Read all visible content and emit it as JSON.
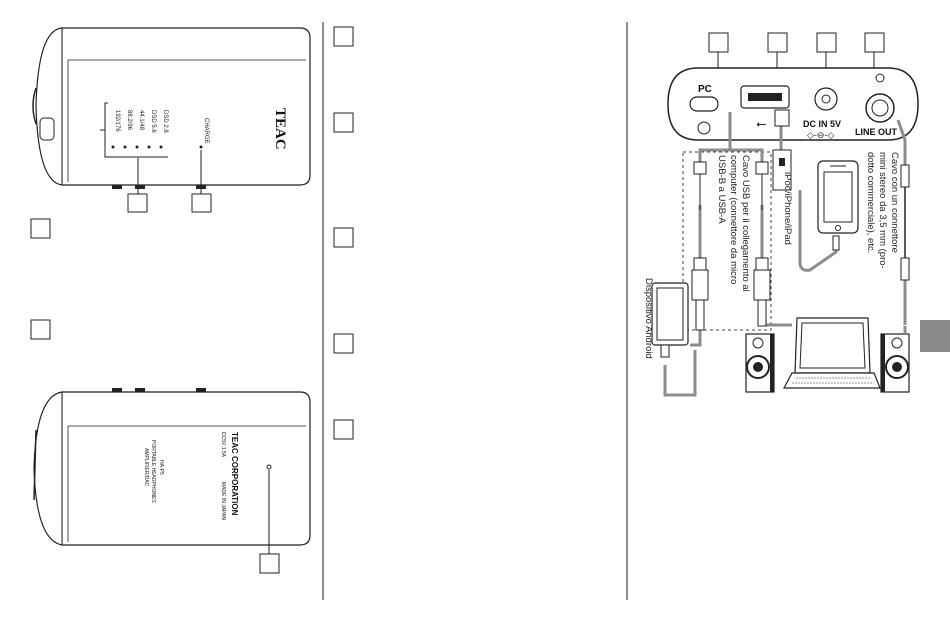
{
  "device_top": {
    "brand": "TEAC",
    "indicators": [
      "192/176",
      "88.2/96",
      "44.1/48",
      "DSD 5.6",
      "DSD 2.8"
    ],
    "charge_label": "CHARGE"
  },
  "device_bottom": {
    "model": "HA-P5",
    "description_line1": "PORTABLE HEADPHONES",
    "description_line2": "AMPLIFIER/DAC",
    "maker": "TEAC CORPORATION",
    "rating": "DC5V 1.5A",
    "origin": "MADE IN JAPAN"
  },
  "connectors": {
    "pc": "PC",
    "dc_in": "DC IN 5V",
    "line_out": "LINE OUT"
  },
  "callouts": {
    "usb_cable": [
      "Cavo USB per il collegamento al",
      "computer (connettore da micro",
      "USB-B a USB-A"
    ],
    "ipod": "iPod/iPhone/iPad",
    "mini_stereo": [
      "Cavo con un connettore",
      "mini stereo da 3,5 mm (pro-",
      "dotto commerciale), etc."
    ],
    "android": "Dispositivo Android"
  },
  "colors": {
    "line": "#222222",
    "cable": "#8c8c8c",
    "tab": "#8a8a8a"
  }
}
